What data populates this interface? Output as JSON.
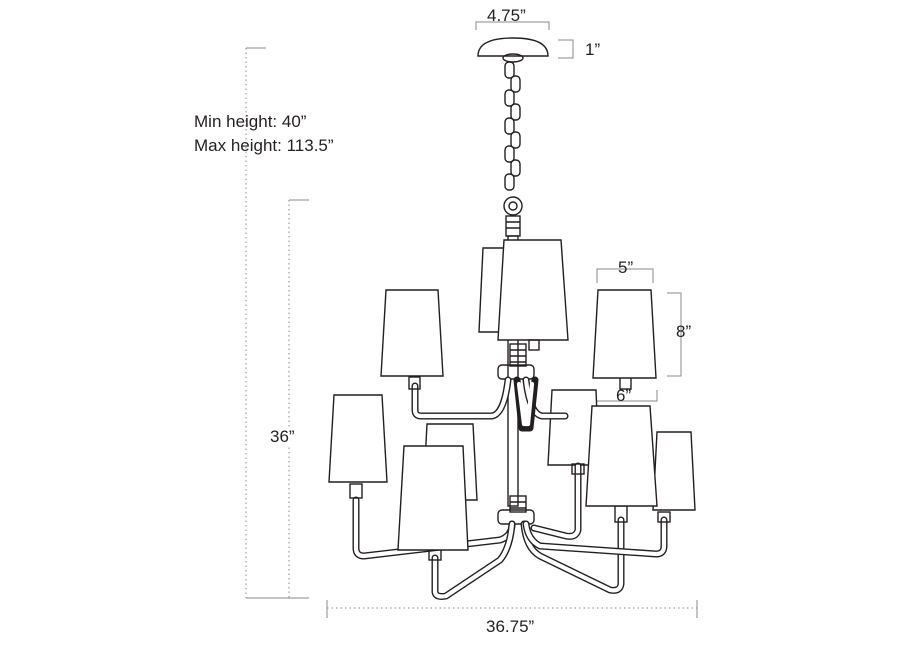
{
  "dimensions": {
    "canopy_width": "4.75”",
    "canopy_height": "1”",
    "min_height": "Min height: 40”",
    "max_height": "Max height: 113.5”",
    "body_height": "36”",
    "shade_width": "5”",
    "shade_height": "8”",
    "shade_base": "6”",
    "overall_width": "36.75”"
  }
}
